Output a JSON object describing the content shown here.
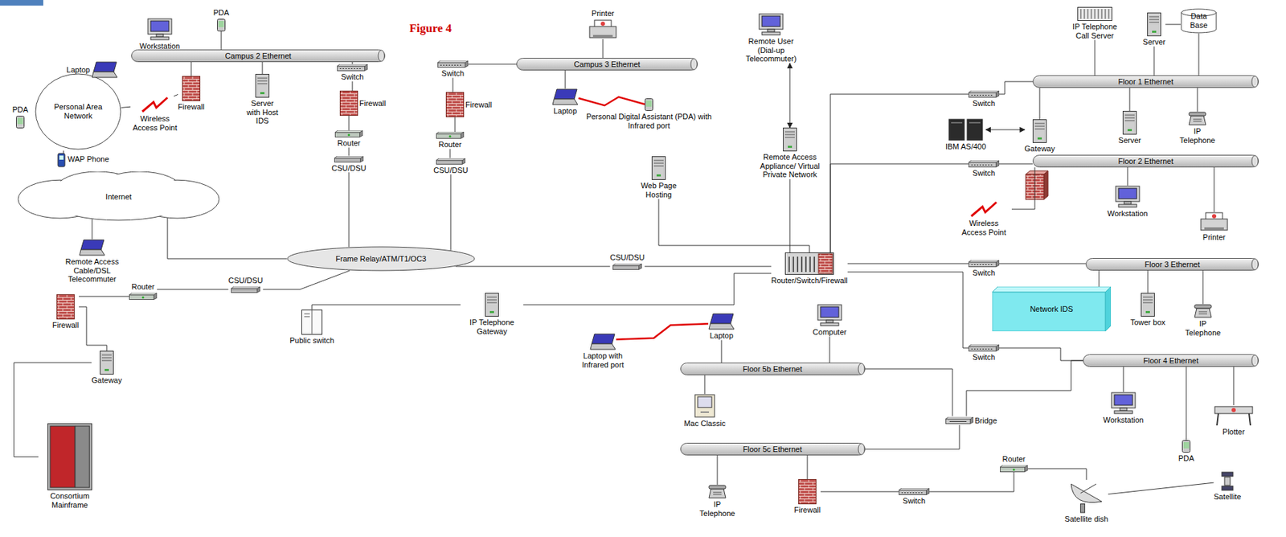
{
  "diagram": {
    "title": "Figure 4",
    "nodes": [
      {
        "text": [
          "PDA"
        ]
      },
      {
        "text": [
          "Workstation"
        ]
      },
      {
        "text": [
          "Campus 2 Ethernet"
        ]
      },
      {
        "text": [
          "Switch"
        ]
      },
      {
        "text": [
          "Firewall"
        ]
      },
      {
        "text": [
          "Wireless Access Point"
        ]
      },
      {
        "text": [
          "Server with Host IDS"
        ]
      },
      {
        "text": [
          "Firewall"
        ]
      },
      {
        "text": [
          "Router"
        ]
      },
      {
        "text": [
          "CSU/DSU"
        ]
      },
      {
        "text": [
          "Switch"
        ]
      },
      {
        "text": [
          "Firewall"
        ]
      },
      {
        "text": [
          "Router"
        ]
      },
      {
        "text": [
          "CSU/DSU"
        ]
      },
      {
        "text": [
          "Printer"
        ]
      },
      {
        "text": [
          "Campus 3 Ethernet"
        ]
      },
      {
        "text": [
          "Laptop"
        ]
      },
      {
        "text": [
          "Personal Digital Assistant (PDA) with Infrared port"
        ]
      },
      {
        "text": [
          "Remote User (Dial-up Telecommuter)"
        ]
      },
      {
        "text": [
          "Personal Area Network"
        ]
      },
      {
        "text": [
          "Laptop"
        ]
      },
      {
        "text": [
          "PDA"
        ]
      },
      {
        "text": [
          "WAP Phone"
        ]
      },
      {
        "text": [
          "Internet"
        ]
      },
      {
        "text": [
          "Remote Access Cable/DSL Telecommuter"
        ]
      },
      {
        "text": [
          "Firewall"
        ]
      },
      {
        "text": [
          "Router"
        ]
      },
      {
        "text": [
          "CSU/DSU"
        ]
      },
      {
        "text": [
          "Gateway"
        ]
      },
      {
        "text": [
          "Consortium Mainframe"
        ]
      },
      {
        "text": [
          "Frame Relay/ATM/T1/OC3"
        ]
      },
      {
        "text": [
          "Public switch"
        ]
      },
      {
        "text": [
          "IP Telephone Gateway"
        ]
      },
      {
        "text": [
          "CSU/DSU"
        ]
      },
      {
        "text": [
          "Web Page Hosting"
        ]
      },
      {
        "text": [
          "Remote Access Appliance/ Virtual Private Network"
        ]
      },
      {
        "text": [
          "Router/Switch/Firewall"
        ]
      },
      {
        "text": [
          "Laptop with Infrared port"
        ]
      },
      {
        "text": [
          "Laptop"
        ]
      },
      {
        "text": [
          "Computer"
        ]
      },
      {
        "text": [
          "Floor 5b Ethernet"
        ]
      },
      {
        "text": [
          "Mac Classic"
        ]
      },
      {
        "text": [
          "Floor 5c Ethernet"
        ]
      },
      {
        "text": [
          "IP Telephone"
        ]
      },
      {
        "text": [
          "Firewall"
        ]
      },
      {
        "text": [
          "Bridge"
        ]
      },
      {
        "text": [
          "Switch"
        ]
      },
      {
        "text": [
          "Router"
        ]
      },
      {
        "text": [
          "Satellite dish"
        ]
      },
      {
        "text": [
          "Satellite"
        ]
      },
      {
        "text": [
          "IP Telephone Call Server"
        ]
      },
      {
        "text": [
          "Server"
        ]
      },
      {
        "text": [
          "Data Base"
        ]
      },
      {
        "text": [
          "Floor 1 Ethernet"
        ]
      },
      {
        "text": [
          "Switch"
        ]
      },
      {
        "text": [
          "IBM AS/400"
        ]
      },
      {
        "text": [
          "Gateway"
        ]
      },
      {
        "text": [
          "Server"
        ]
      },
      {
        "text": [
          "IP Telephone"
        ]
      },
      {
        "text": [
          "Floor 2 Ethernet"
        ]
      },
      {
        "text": [
          "Switch"
        ]
      },
      {
        "text": [
          "Wireless Access Point"
        ]
      },
      {
        "text": [
          "Workstation"
        ]
      },
      {
        "text": [
          "Printer"
        ]
      },
      {
        "text": [
          "Floor 3 Ethernet"
        ]
      },
      {
        "text": [
          "Switch"
        ]
      },
      {
        "text": [
          "Network IDS"
        ]
      },
      {
        "text": [
          "Tower box"
        ]
      },
      {
        "text": [
          "IP Telephone"
        ]
      },
      {
        "text": [
          "Floor 4 Ethernet"
        ]
      },
      {
        "text": [
          "Switch"
        ]
      },
      {
        "text": [
          "Workstation"
        ]
      },
      {
        "text": [
          "Plotter"
        ]
      },
      {
        "text": [
          "PDA"
        ]
      }
    ],
    "edges": [
      {
        "from": 0,
        "to": 2,
        "arrow": "none"
      },
      {
        "from": 1,
        "to": 2,
        "arrow": "none"
      },
      {
        "from": 4,
        "to": 2,
        "arrow": "none"
      },
      {
        "from": 5,
        "to": 4,
        "arrow": "none"
      },
      {
        "from": 6,
        "to": 2,
        "arrow": "none"
      },
      {
        "from": 3,
        "to": 2,
        "arrow": "none"
      },
      {
        "from": 3,
        "to": 7,
        "arrow": "none"
      },
      {
        "from": 7,
        "to": 8,
        "arrow": "none"
      },
      {
        "from": 8,
        "to": 9,
        "arrow": "none"
      },
      {
        "from": 9,
        "to": 30,
        "arrow": "none"
      },
      {
        "from": 10,
        "to": 15,
        "arrow": "none"
      },
      {
        "from": 10,
        "to": 11,
        "arrow": "none"
      },
      {
        "from": 11,
        "to": 12,
        "arrow": "none"
      },
      {
        "from": 12,
        "to": 13,
        "arrow": "none"
      },
      {
        "from": 13,
        "to": 30,
        "arrow": "none"
      },
      {
        "from": 14,
        "to": 15,
        "arrow": "none"
      },
      {
        "from": 16,
        "to": 15,
        "arrow": "none"
      },
      {
        "from": 16,
        "to": 17,
        "arrow": "none"
      },
      {
        "from": 18,
        "to": 35,
        "arrow": "both"
      },
      {
        "from": 19,
        "to": 5,
        "arrow": "none"
      },
      {
        "from": 24,
        "to": 23,
        "arrow": "none"
      },
      {
        "from": 23,
        "to": 30,
        "arrow": "none"
      },
      {
        "from": 25,
        "to": 26,
        "arrow": "none"
      },
      {
        "from": 26,
        "to": 27,
        "arrow": "none"
      },
      {
        "from": 27,
        "to": 30,
        "arrow": "none"
      },
      {
        "from": 25,
        "to": 28,
        "arrow": "none"
      },
      {
        "from": 28,
        "to": 29,
        "arrow": "none"
      },
      {
        "from": 30,
        "to": 33,
        "arrow": "none"
      },
      {
        "from": 33,
        "to": 36,
        "arrow": "none"
      },
      {
        "from": 31,
        "to": 32,
        "arrow": "none"
      },
      {
        "from": 32,
        "to": 36,
        "arrow": "none"
      },
      {
        "from": 34,
        "to": 36,
        "arrow": "none"
      },
      {
        "from": 35,
        "to": 36,
        "arrow": "none"
      },
      {
        "from": 36,
        "to": 54,
        "arrow": "none"
      },
      {
        "from": 36,
        "to": 60,
        "arrow": "none"
      },
      {
        "from": 36,
        "to": 65,
        "arrow": "none"
      },
      {
        "from": 36,
        "to": 70,
        "arrow": "none"
      },
      {
        "from": 54,
        "to": 53,
        "arrow": "none"
      },
      {
        "from": 50,
        "to": 53,
        "arrow": "none"
      },
      {
        "from": 51,
        "to": 53,
        "arrow": "none"
      },
      {
        "from": 51,
        "to": 52,
        "arrow": "none"
      },
      {
        "from": 52,
        "to": 53,
        "arrow": "none"
      },
      {
        "from": 55,
        "to": 56,
        "arrow": "both"
      },
      {
        "from": 56,
        "to": 53,
        "arrow": "none"
      },
      {
        "from": 57,
        "to": 53,
        "arrow": "none"
      },
      {
        "from": 58,
        "to": 53,
        "arrow": "none"
      },
      {
        "from": 60,
        "to": 59,
        "arrow": "none"
      },
      {
        "from": 61,
        "to": 59,
        "arrow": "none"
      },
      {
        "from": 62,
        "to": 59,
        "arrow": "none"
      },
      {
        "from": 63,
        "to": 59,
        "arrow": "none"
      },
      {
        "from": 65,
        "to": 64,
        "arrow": "none"
      },
      {
        "from": 66,
        "to": 64,
        "arrow": "none"
      },
      {
        "from": 67,
        "to": 64,
        "arrow": "none"
      },
      {
        "from": 68,
        "to": 64,
        "arrow": "none"
      },
      {
        "from": 70,
        "to": 69,
        "arrow": "none"
      },
      {
        "from": 71,
        "to": 69,
        "arrow": "none"
      },
      {
        "from": 72,
        "to": 69,
        "arrow": "none"
      },
      {
        "from": 73,
        "to": 69,
        "arrow": "none"
      },
      {
        "from": 45,
        "to": 69,
        "arrow": "none"
      },
      {
        "from": 40,
        "to": 45,
        "arrow": "none"
      },
      {
        "from": 42,
        "to": 45,
        "arrow": "none"
      },
      {
        "from": 41,
        "to": 40,
        "arrow": "none"
      },
      {
        "from": 43,
        "to": 42,
        "arrow": "none"
      },
      {
        "from": 39,
        "to": 40,
        "arrow": "none"
      },
      {
        "from": 38,
        "to": 40,
        "arrow": "none"
      },
      {
        "from": 37,
        "to": 38,
        "arrow": "none"
      },
      {
        "from": 42,
        "to": 44,
        "arrow": "none"
      },
      {
        "from": 44,
        "to": 46,
        "arrow": "none"
      },
      {
        "from": 46,
        "to": 47,
        "arrow": "none"
      },
      {
        "from": 47,
        "to": 48,
        "arrow": "none"
      },
      {
        "from": 48,
        "to": 49,
        "arrow": "none"
      }
    ]
  }
}
